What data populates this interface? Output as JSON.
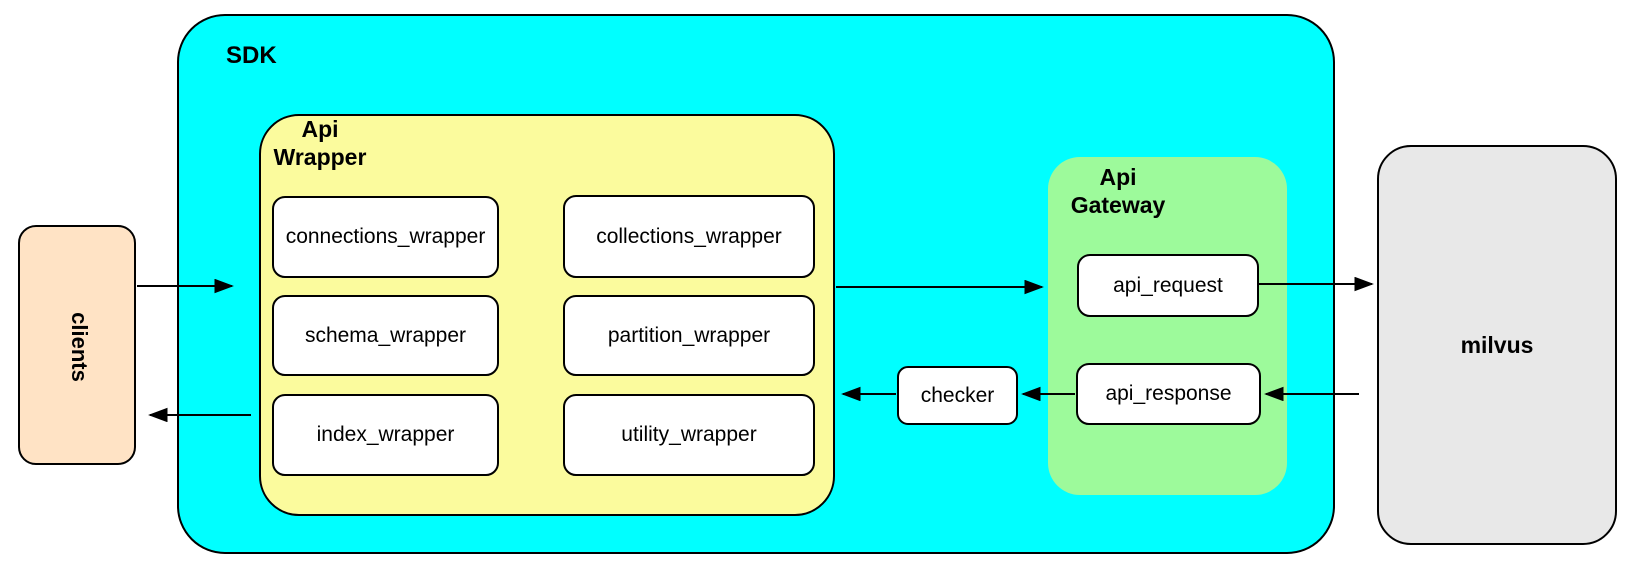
{
  "diagram": {
    "containers": {
      "sdk": {
        "label": "SDK",
        "fill": "#00ffff"
      },
      "api_wrapper": {
        "label": "Api\nWrapper",
        "fill": "#fbfb9d"
      },
      "api_gateway": {
        "label": "Api\nGateway",
        "fill": "#9dfa9b"
      },
      "clients": {
        "label": "clients",
        "fill": "#ffe3c5"
      },
      "milvus": {
        "label": "milvus",
        "fill": "#e8e8e8"
      }
    },
    "wrapper_nodes": {
      "connections": "connections_wrapper",
      "collections": "collections_wrapper",
      "schema": "schema_wrapper",
      "partition": "partition_wrapper",
      "index": "index_wrapper",
      "utility": "utility_wrapper"
    },
    "gateway_nodes": {
      "request": "api_request",
      "response": "api_response"
    },
    "checker_node": {
      "label": "checker"
    },
    "node_style": {
      "fill": "#ffffff",
      "border": "#000000"
    },
    "edges": [
      {
        "from": "clients",
        "to": "sdk / api_wrapper"
      },
      {
        "from": "api_wrapper",
        "to": "api_request"
      },
      {
        "from": "api_request",
        "to": "milvus"
      },
      {
        "from": "milvus",
        "to": "api_response"
      },
      {
        "from": "api_response",
        "to": "checker"
      },
      {
        "from": "checker",
        "to": "api_wrapper"
      },
      {
        "from": "sdk / api_wrapper",
        "to": "clients"
      }
    ]
  }
}
